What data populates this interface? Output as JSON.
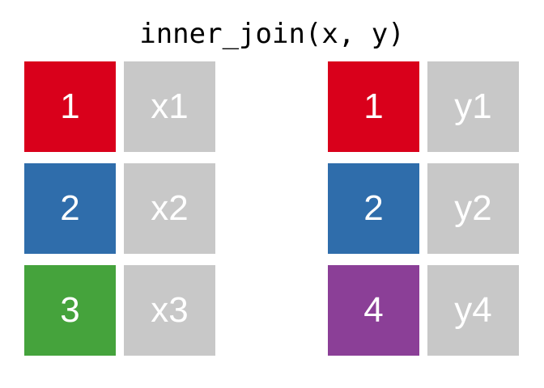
{
  "title": "inner_join(x, y)",
  "colors": {
    "background": "#ffffff",
    "title_text": "#000000",
    "cell_text": "#ffffff",
    "value_bg": "#c8c8c8",
    "red": "#d9001b",
    "blue": "#2f6dab",
    "green": "#45a33c",
    "purple": "#8b3f97"
  },
  "tables": {
    "x": {
      "name": "x",
      "rows": [
        {
          "key": "1",
          "key_color": "#d9001b",
          "value": "x1"
        },
        {
          "key": "2",
          "key_color": "#2f6dab",
          "value": "x2"
        },
        {
          "key": "3",
          "key_color": "#45a33c",
          "value": "x3"
        }
      ]
    },
    "y": {
      "name": "y",
      "rows": [
        {
          "key": "1",
          "key_color": "#d9001b",
          "value": "y1"
        },
        {
          "key": "2",
          "key_color": "#2f6dab",
          "value": "y2"
        },
        {
          "key": "4",
          "key_color": "#8b3f97",
          "value": "y4"
        }
      ]
    }
  }
}
